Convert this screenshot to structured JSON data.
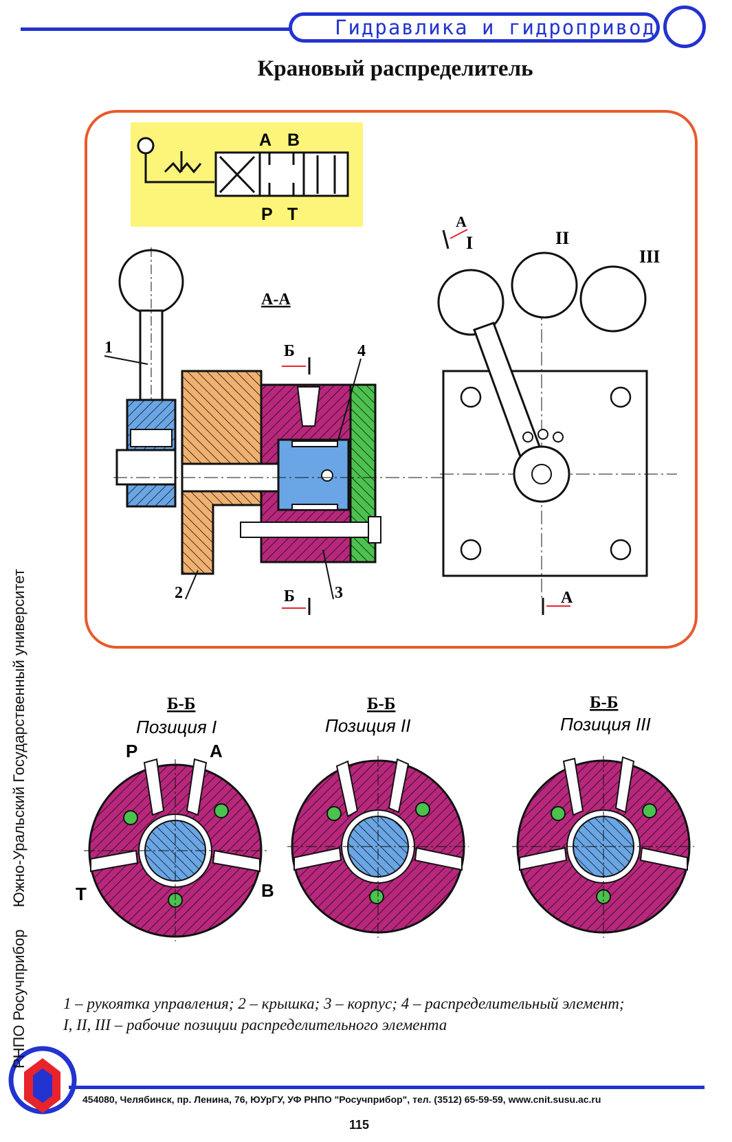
{
  "header": {
    "title": "Гидравлика и гидропривод"
  },
  "page_title": "Крановый распределитель",
  "symbol": {
    "A": "A",
    "B": "B",
    "P": "P",
    "T": "T"
  },
  "section_aa": {
    "label": "А-А",
    "part1": "1",
    "part2": "2",
    "part3": "3",
    "part4": "4",
    "cut_b": "Б",
    "cut_b2": "Б"
  },
  "side_view": {
    "pos1": "I",
    "pos2": "II",
    "pos3": "III",
    "cut_a_top": "А",
    "cut_a_bottom": "А"
  },
  "sections_bb": [
    {
      "label": "Б-Б",
      "position": "Позиция I",
      "ports": {
        "P": "P",
        "A": "A",
        "T": "T",
        "B": "B"
      }
    },
    {
      "label": "Б-Б",
      "position": "Позиция II"
    },
    {
      "label": "Б-Б",
      "position": "Позиция III"
    }
  ],
  "caption": {
    "line1": "1 – рукоятка управления; 2 – крышка; 3 – корпус; 4 – распределительный элемент;",
    "line2": "I, II, III – рабочие позиции распределительного элемента"
  },
  "sidebar": {
    "org": "РНПО Росучприбор",
    "university": "Южно-Уральский Государственный университет"
  },
  "footer": {
    "address": "454080, Челябинск, пр. Ленина, 76, ЮУрГУ, УФ РНПО \"Росучприбор\", тел. (3512) 65-59-59, www.cnit.susu.ac.ru",
    "page_number": "115"
  },
  "colors": {
    "accent": "#2233d0",
    "frame": "#e85a2c",
    "magenta": "#b8277c",
    "orange": "#f0b170",
    "blue": "#6aa6e6",
    "green": "#4cc24e",
    "yellow": "#fcf57a"
  }
}
